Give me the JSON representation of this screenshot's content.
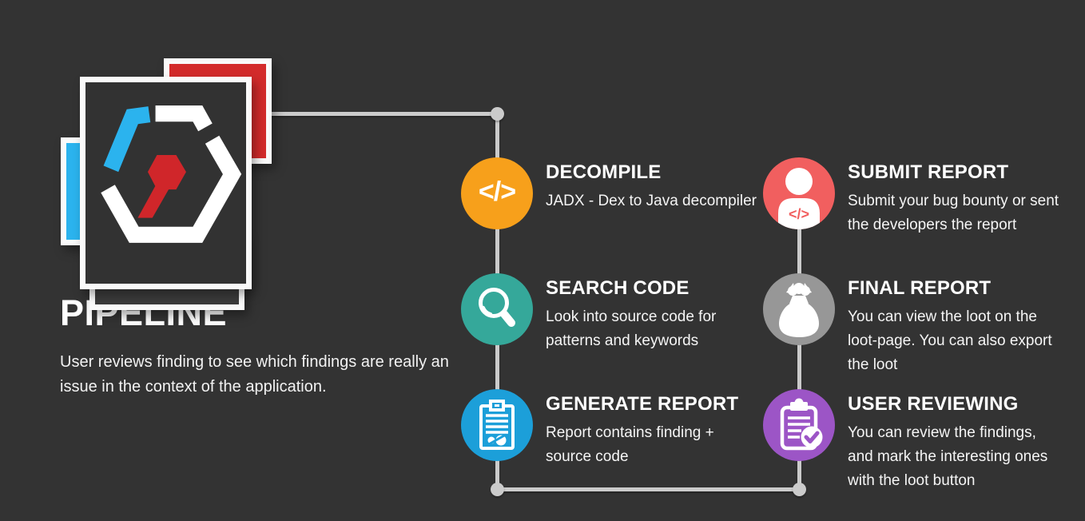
{
  "canvas": {
    "background": "#333333",
    "connector_color": "#CBCBCB"
  },
  "logo": {
    "red_square": "#D32B2B",
    "cyan_square": "#2BB3EE",
    "back_square": "#3B3B3B",
    "panel": "#323232",
    "hex_white": "#FFFFFF",
    "hex_cyan": "#2BB3EE",
    "hex_red": "#D0262A"
  },
  "heading": {
    "title": "PIPELINE",
    "subtitle": "User reviews finding to see which findings are really an\nissue in the context of the application."
  },
  "steps": [
    {
      "id": "decompile",
      "title": "DECOMPILE",
      "description": "JADX - Dex to Java decompiler",
      "color": "#F7A01B",
      "icon": "code-icon",
      "icon_glyph": "</>"
    },
    {
      "id": "search-code",
      "title": "SEARCH CODE",
      "description": "Look into source code for\npatterns and keywords",
      "color": "#35A89A",
      "icon": "search-icon"
    },
    {
      "id": "generate-report",
      "title": "GENERATE REPORT",
      "description": "Report contains finding +\nsource code",
      "color": "#1C9FD9",
      "icon": "report-document-icon"
    },
    {
      "id": "submit-report",
      "title": "SUBMIT REPORT",
      "description": "Submit your bug bounty or sent\nthe developers the report",
      "color": "#F15F5F",
      "icon": "person-code-icon",
      "icon_glyph": "</>"
    },
    {
      "id": "final-report",
      "title": "FINAL REPORT",
      "description": "You can view the loot on the\nloot-page. You can also export\nthe loot",
      "color": "#979797",
      "icon": "money-bag-icon"
    },
    {
      "id": "user-reviewing",
      "title": "USER REVIEWING",
      "description": "You can review the findings,\nand mark the interesting ones\nwith the loot button",
      "color": "#9C55C6",
      "icon": "clipboard-check-icon"
    }
  ]
}
